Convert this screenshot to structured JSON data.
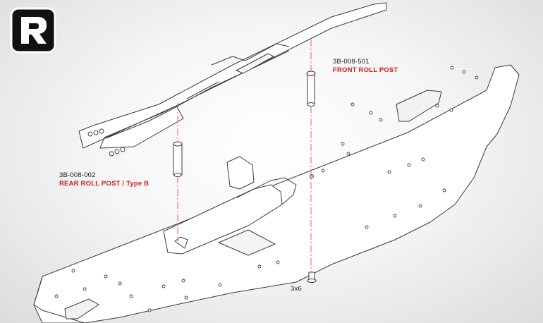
{
  "logo": {
    "letter": "R",
    "name": "r-logo-icon"
  },
  "callouts": {
    "front_roll_post": {
      "part_number": "3B-008-501",
      "name": "FRONT ROLL POST"
    },
    "rear_roll_post": {
      "part_number": "3B-008-002",
      "name": "REAR ROLL POST / Type B"
    },
    "screw": {
      "size": "3x6"
    }
  },
  "colors": {
    "label_red": "#d01c1c",
    "line_red": "#e06060",
    "outline": "#3a3a3a"
  }
}
